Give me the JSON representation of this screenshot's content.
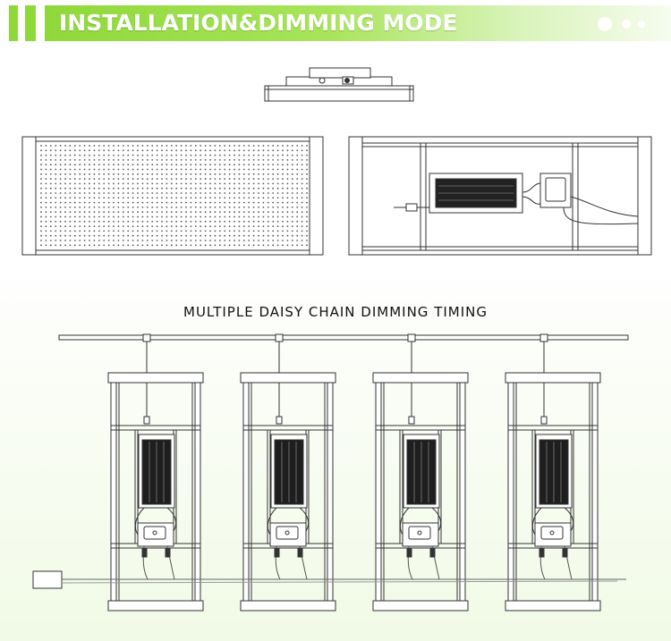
{
  "header": {
    "title": "INSTALLATION&DIMMING MODE",
    "accent_color": "#8fd83a",
    "decoration_icons": [
      "stripe-icon",
      "dots-icon"
    ]
  },
  "diagram": {
    "chain_title": "MULTIPLE DAISY CHAIN DIMMING TIMING",
    "fixture_count": 4,
    "line_color": "#333333"
  }
}
